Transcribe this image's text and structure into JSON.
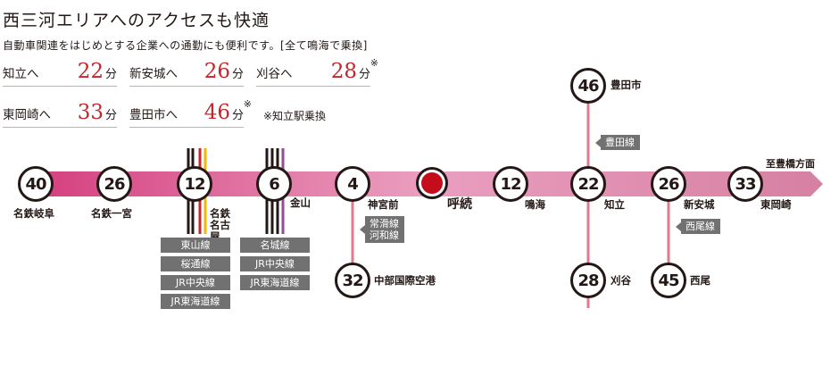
{
  "header": {
    "title": "西三河エリアへのアクセスも快適",
    "subtitle": "自動車関連をはじめとする企業への通勤にも便利です。[全て鳴海で乗換]"
  },
  "times": [
    {
      "dest": "知立へ",
      "num": "22",
      "unit": "分",
      "note": ""
    },
    {
      "dest": "新安城へ",
      "num": "26",
      "unit": "分",
      "note": ""
    },
    {
      "dest": "刈谷へ",
      "num": "28",
      "unit": "分",
      "note": "※"
    },
    {
      "dest": "東岡崎へ",
      "num": "33",
      "unit": "分",
      "note": ""
    },
    {
      "dest": "豊田市へ",
      "num": "46",
      "unit": "分",
      "note": "※"
    }
  ],
  "time_note": "※知立駅乗換",
  "stations": {
    "meitetsu_gifu": {
      "num": "40",
      "name": "名鉄岐阜"
    },
    "meitetsu_ichinomiya": {
      "num": "26",
      "name": "名鉄一宮"
    },
    "meitetsu_nagoya": {
      "num": "12",
      "name": "名鉄名古屋"
    },
    "kanayama": {
      "num": "6",
      "name": "金山"
    },
    "jingumae": {
      "num": "4",
      "name": "神宮前"
    },
    "yobitsugi": {
      "num": "",
      "name": "呼続"
    },
    "narumi": {
      "num": "12",
      "name": "鳴海"
    },
    "chiryu": {
      "num": "22",
      "name": "知立"
    },
    "shin_anjo": {
      "num": "26",
      "name": "新安城"
    },
    "higashi_okazaki": {
      "num": "33",
      "name": "東岡崎"
    },
    "toyotashi": {
      "num": "46",
      "name": "豊田市"
    },
    "kariya": {
      "num": "28",
      "name": "刈谷"
    },
    "nishio": {
      "num": "45",
      "name": "西尾"
    },
    "chubu_airport": {
      "num": "32",
      "name": "中部国際空港"
    }
  },
  "transfer_lines": {
    "nagoya": [
      "東山線",
      "桜通線",
      "JR中央線",
      "JR東海道線"
    ],
    "kanayama": [
      "名城線",
      "JR中央線",
      "JR東海道線"
    ]
  },
  "branch_labels": {
    "jingumae": [
      "常滑線",
      "河和線"
    ],
    "toyota": "豊田線",
    "nishio": "西尾線"
  },
  "direction_label": "至豊橋方面",
  "colors": {
    "accent_red": "#c1272d",
    "main_line_start": "#d43d7d",
    "main_line_end": "#d680a2",
    "branch_line": "#e07a8e",
    "home_dot": "#c40c1a",
    "label_gray": "#727171",
    "ink": "#231815"
  }
}
